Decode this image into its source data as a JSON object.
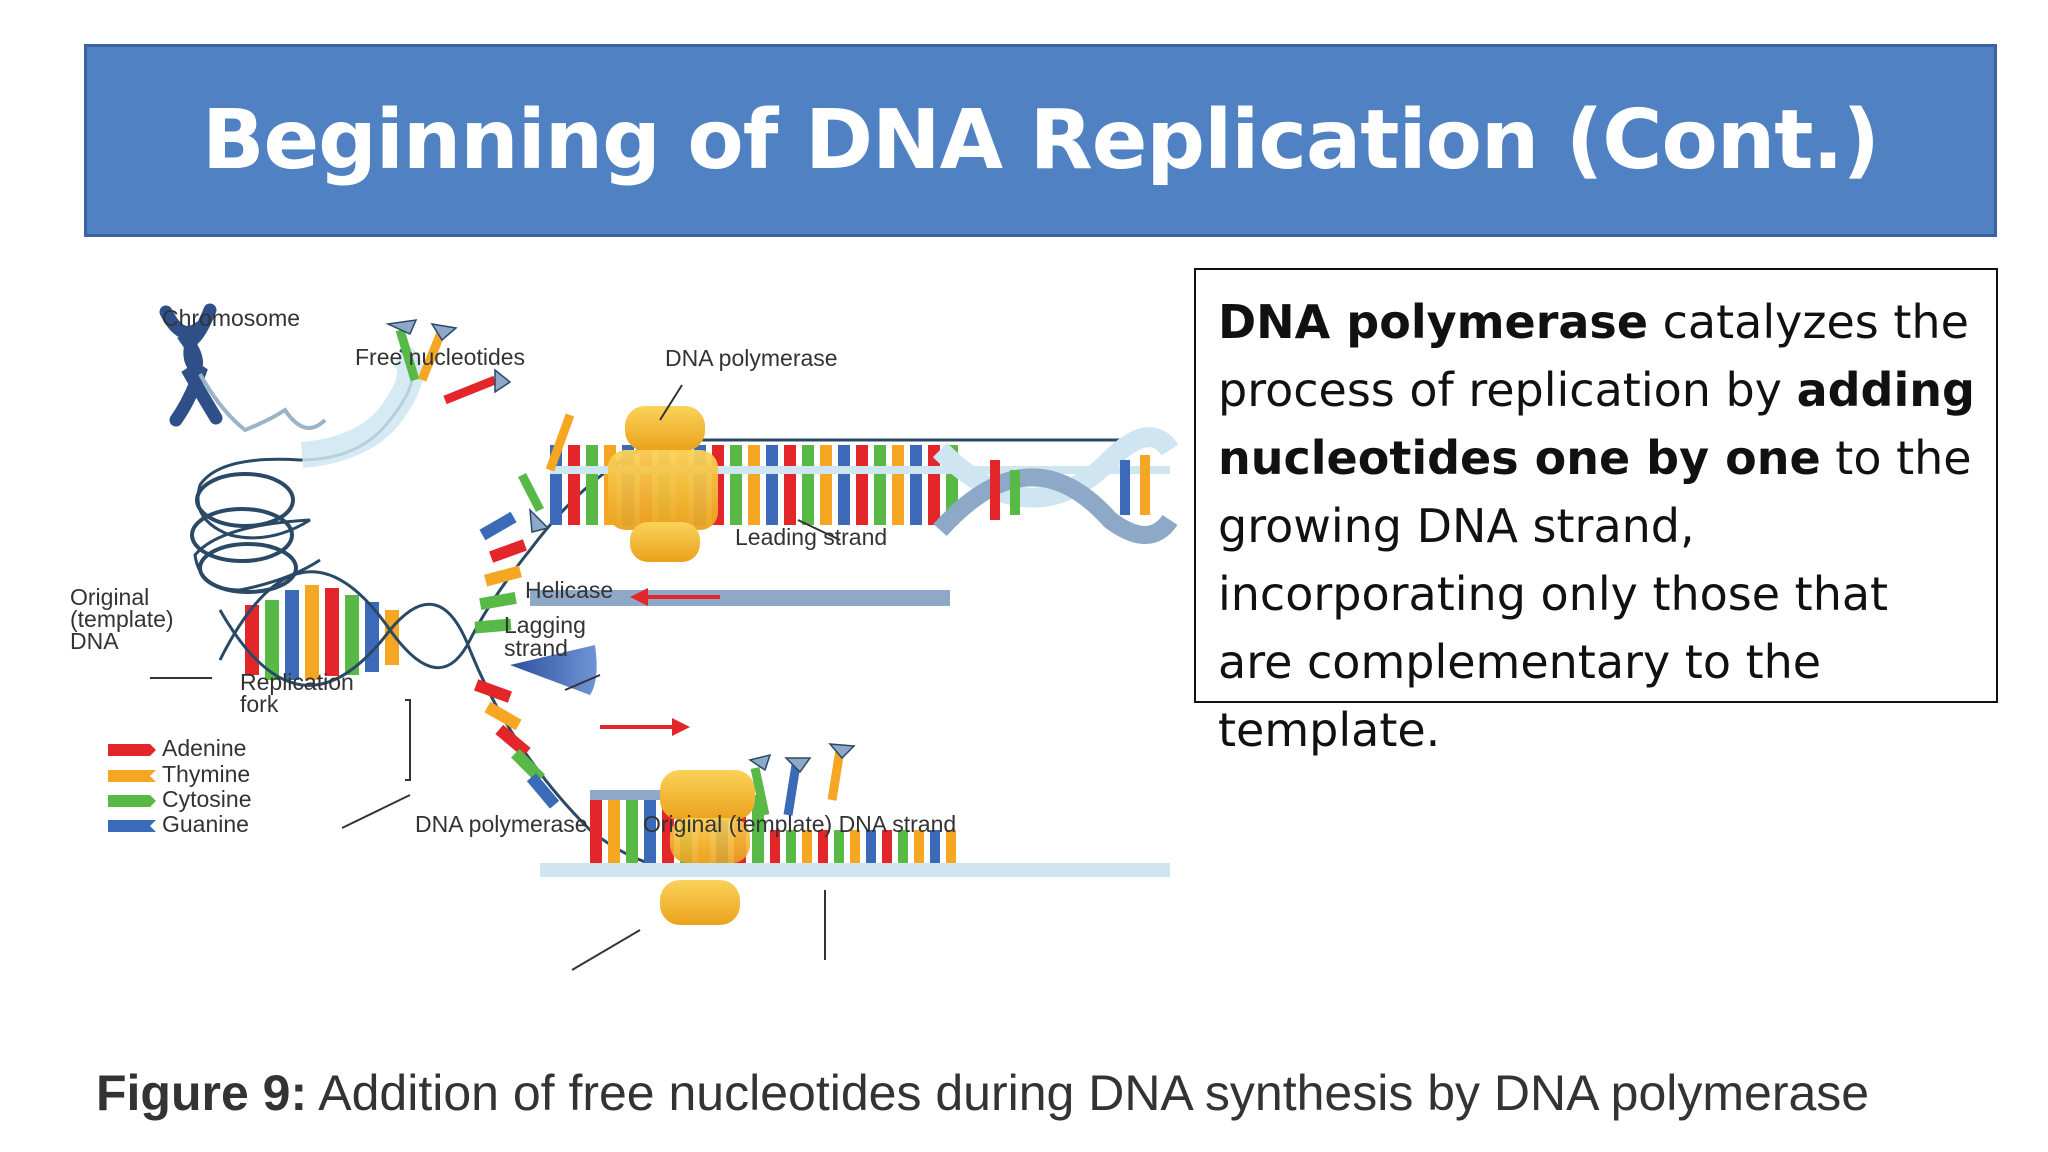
{
  "slide": {
    "title": "Beginning of DNA Replication (Cont.)"
  },
  "description": {
    "p1_bold": "DNA polymerase",
    "p2": " catalyzes the process of replication by ",
    "p3_bold": "adding nucleotides one by one",
    "p4": " to the growing DNA strand, incorporating only those that are complementary to the template."
  },
  "caption": {
    "label": "Figure 9:",
    "text": " Addition of free nucleotides during DNA synthesis by DNA polymerase"
  },
  "figure": {
    "labels": {
      "chromosome": "Chromosome",
      "free_nucleotides": "Free nucleotides",
      "dna_polymerase_top": "DNA polymerase",
      "leading_strand": "Leading strand",
      "helicase": "Helicase",
      "lagging_line1": "Lagging",
      "lagging_line2": "strand",
      "original_line1": "Original",
      "original_line2": "(template)",
      "original_line3": "DNA",
      "fork_line1": "Replication",
      "fork_line2": "fork",
      "dna_polymerase_bottom": "DNA polymerase",
      "original_strand": "Original (template) DNA strand"
    },
    "legend": [
      {
        "label": "Adenine",
        "color": "#e3262a"
      },
      {
        "label": "Thymine",
        "color": "#f5a623"
      },
      {
        "label": "Cytosine",
        "color": "#58b947"
      },
      {
        "label": "Guanine",
        "color": "#3b6bb8"
      }
    ]
  },
  "colors": {
    "title_bar": "#5081c2",
    "strand": "#cfe6f2",
    "polymerase": "#f3b42c",
    "helicase": "#3f67b5"
  }
}
